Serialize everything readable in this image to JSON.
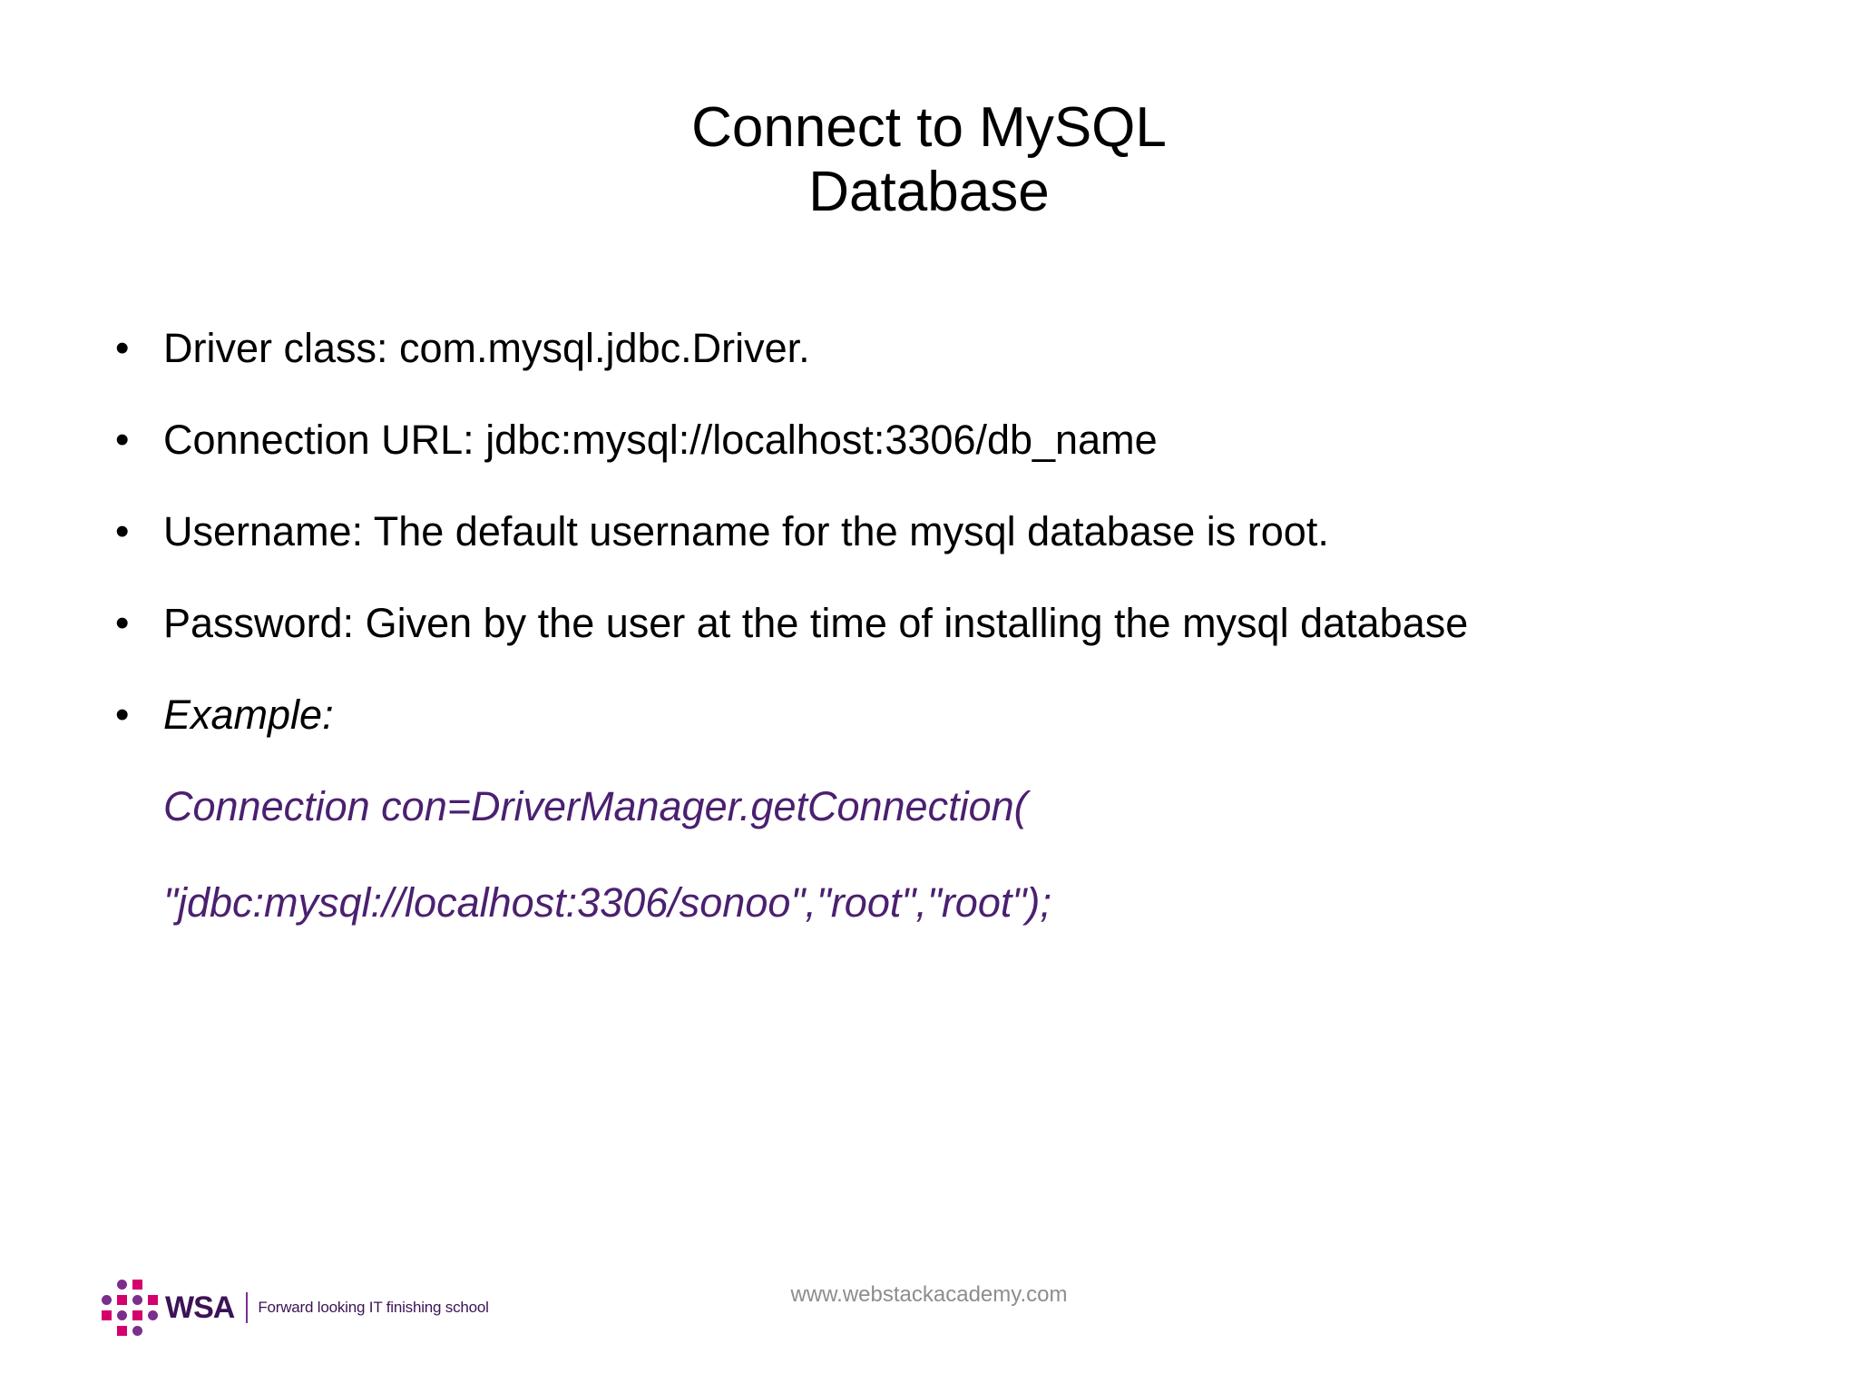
{
  "slide": {
    "title_lines": [
      "Connect to MySQL",
      "Database"
    ],
    "bullet_marker": "•",
    "bullets": [
      {
        "text": "Driver class: com.mysql.jdbc.Driver.",
        "italic": false
      },
      {
        "text": "Connection URL: jdbc:mysql://localhost:3306/db_name",
        "italic": false
      },
      {
        "text": "Username: The default username for the mysql database is root.",
        "italic": false
      },
      {
        "text": "Password: Given by the user at the time of installing the mysql database",
        "italic": false
      },
      {
        "text": "Example:",
        "italic": true
      }
    ],
    "code_lines": [
      "Connection con=DriverManager.getConnection(",
      "\"jdbc:mysql://localhost:3306/sonoo\",\"root\",\"root\");"
    ],
    "code_color": "#4B2070"
  },
  "footer": {
    "url": "www.webstackacademy.com",
    "logo": {
      "wordmark": "WSA",
      "tagline": "Forward looking IT finishing school",
      "dot_color": "#7B2E8E",
      "square_color": "#D4006E"
    }
  }
}
